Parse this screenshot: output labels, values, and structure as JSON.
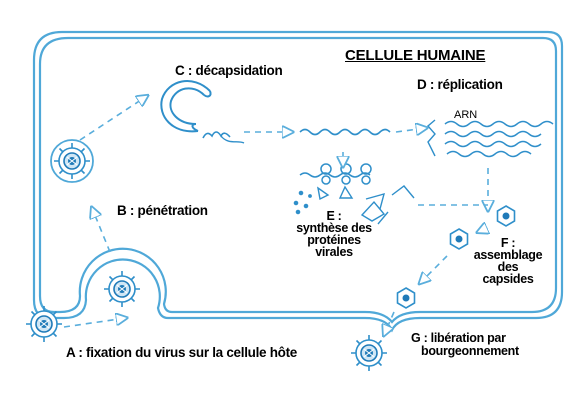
{
  "title": "CELLULE HUMAINE",
  "steps": {
    "A": "A : fixation du virus sur la cellule hôte",
    "B": "B : pénétration",
    "C": "C : décapsidation",
    "D": "D : réplication",
    "E_head": "E :",
    "E_body": [
      "synthèse des",
      "protéines",
      "virales"
    ],
    "F_head": "F :",
    "F_body": [
      "assemblage",
      "des",
      "capsides"
    ],
    "G_head": "G :",
    "G_body": [
      "libération par",
      "bourgeonnement"
    ]
  },
  "rna_label": "ARN",
  "colors": {
    "membrane": "#4fa8d8",
    "virus": "#2f8fca",
    "virus_core": "#1f7ab8",
    "arrows": "#5aaedc",
    "text": "#000000"
  }
}
